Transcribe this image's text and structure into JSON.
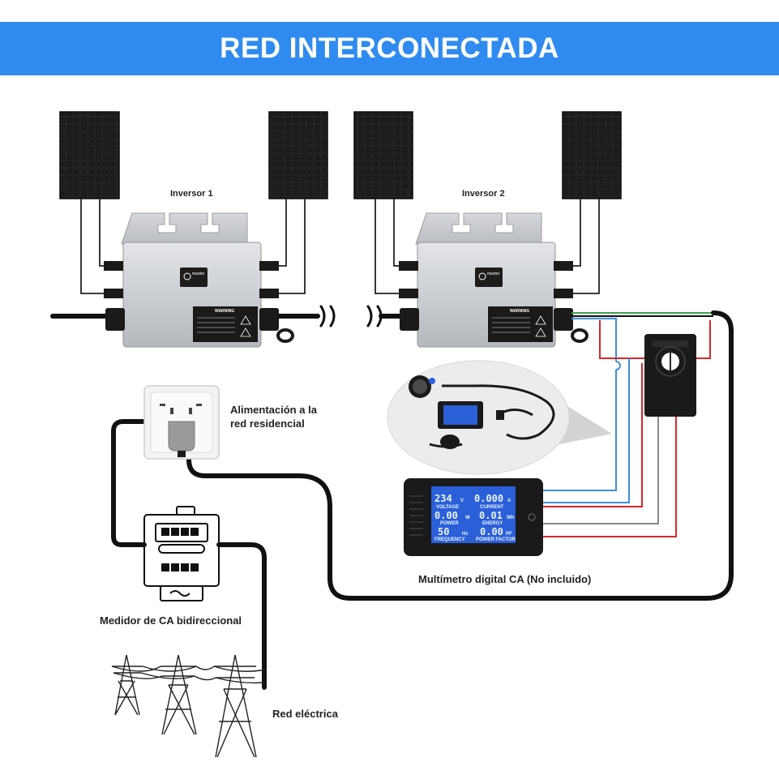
{
  "title": "RED INTERCONECTADA",
  "labels": {
    "inverter1": "Inversor 1",
    "inverter2": "Inversor 2",
    "residential": [
      "Alimentación a la",
      "red residencial"
    ],
    "multimeter": "Multímetro digital CA (No incluido)",
    "meter": "Medidor de CA bidireccional",
    "grid": "Red eléctrica"
  },
  "inverter_text": {
    "brand": "master",
    "warning": "WARNING"
  },
  "multimeter_display": {
    "voltage_value": "234",
    "voltage_unit": "V",
    "voltage_label": "VOLTAGE",
    "current_value": "0.000",
    "current_unit": "A",
    "current_label": "CURRENT",
    "power_value": "0.00",
    "power_unit": "W",
    "power_label": "POWER",
    "energy_value": "0.01",
    "energy_unit": "Wh",
    "energy_label": "ENERGY",
    "frequency_value": "50",
    "frequency_unit": "Hz",
    "frequency_label": "FREQUENCY",
    "pf_value": "0.00",
    "pf_unit": "PF",
    "pf_label": "POWER FACTOR"
  },
  "colors": {
    "banner": "#2f8bf0",
    "wire_red": "#d9262b",
    "wire_blue": "#3a8fe0",
    "wire_green": "#3aa34a",
    "lcd": "#2a5fd8"
  }
}
